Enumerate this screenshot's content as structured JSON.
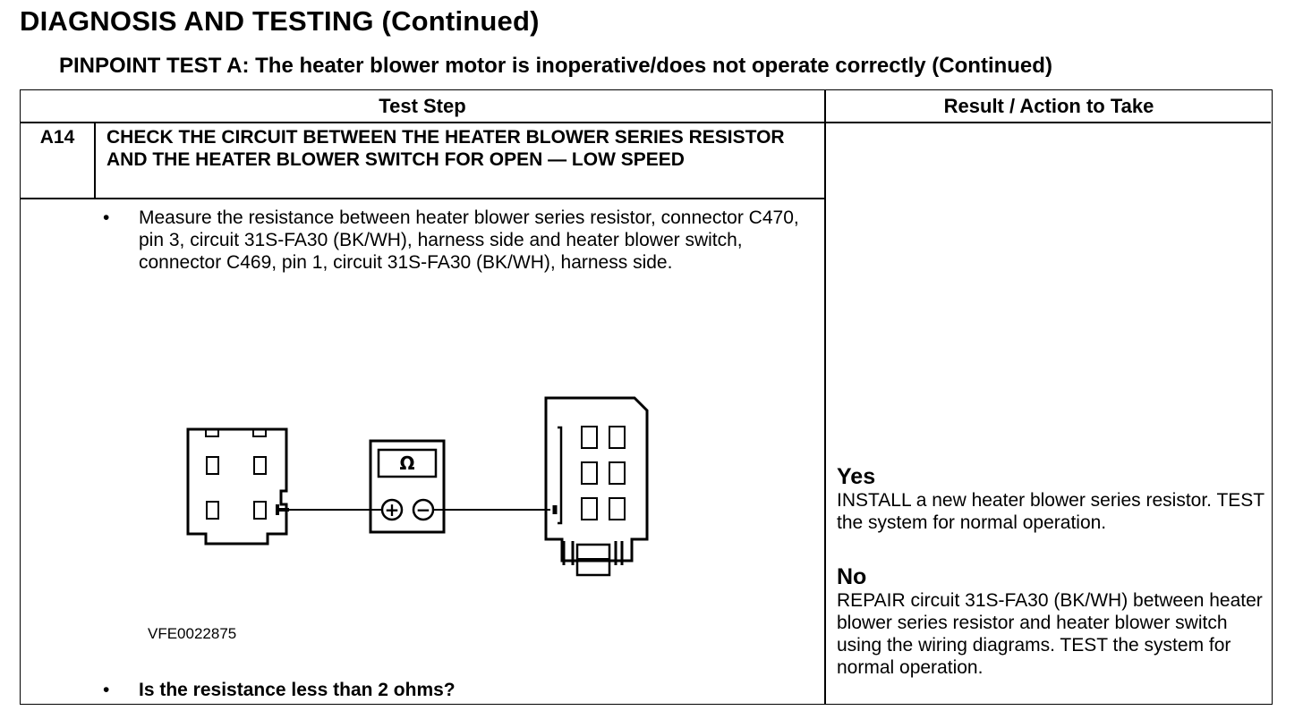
{
  "page_title": "DIAGNOSIS AND TESTING (Continued)",
  "test_title": "PINPOINT TEST  A: The heater blower motor is inoperative/does not operate correctly (Continued)",
  "table": {
    "header_test_step": "Test Step",
    "header_result": "Result / Action to Take"
  },
  "step": {
    "id": "A14",
    "heading": "CHECK THE CIRCUIT BETWEEN THE HEATER BLOWER SERIES RESISTOR AND THE HEATER BLOWER SWITCH FOR OPEN — LOW SPEED",
    "bullet_symbol": "•",
    "instruction": "Measure the resistance between heater blower series resistor, connector C470, pin 3, circuit 31S-FA30 (BK/WH), harness side and heater blower switch, connector C469, pin 1, circuit 31S-FA30 (BK/WH), harness side.",
    "figure_code": "VFE0022875",
    "question": "Is the resistance less than 2 ohms?"
  },
  "diagram": {
    "meter_symbol": "Ω",
    "plus_symbol": "+",
    "minus_symbol": "−"
  },
  "results": [
    {
      "label": "Yes",
      "action": "INSTALL a new heater blower series resistor. TEST the system for normal operation."
    },
    {
      "label": "No",
      "action": "REPAIR circuit 31S-FA30 (BK/WH) between heater blower series resistor and heater blower switch using the wiring diagrams. TEST the system for normal operation."
    }
  ]
}
